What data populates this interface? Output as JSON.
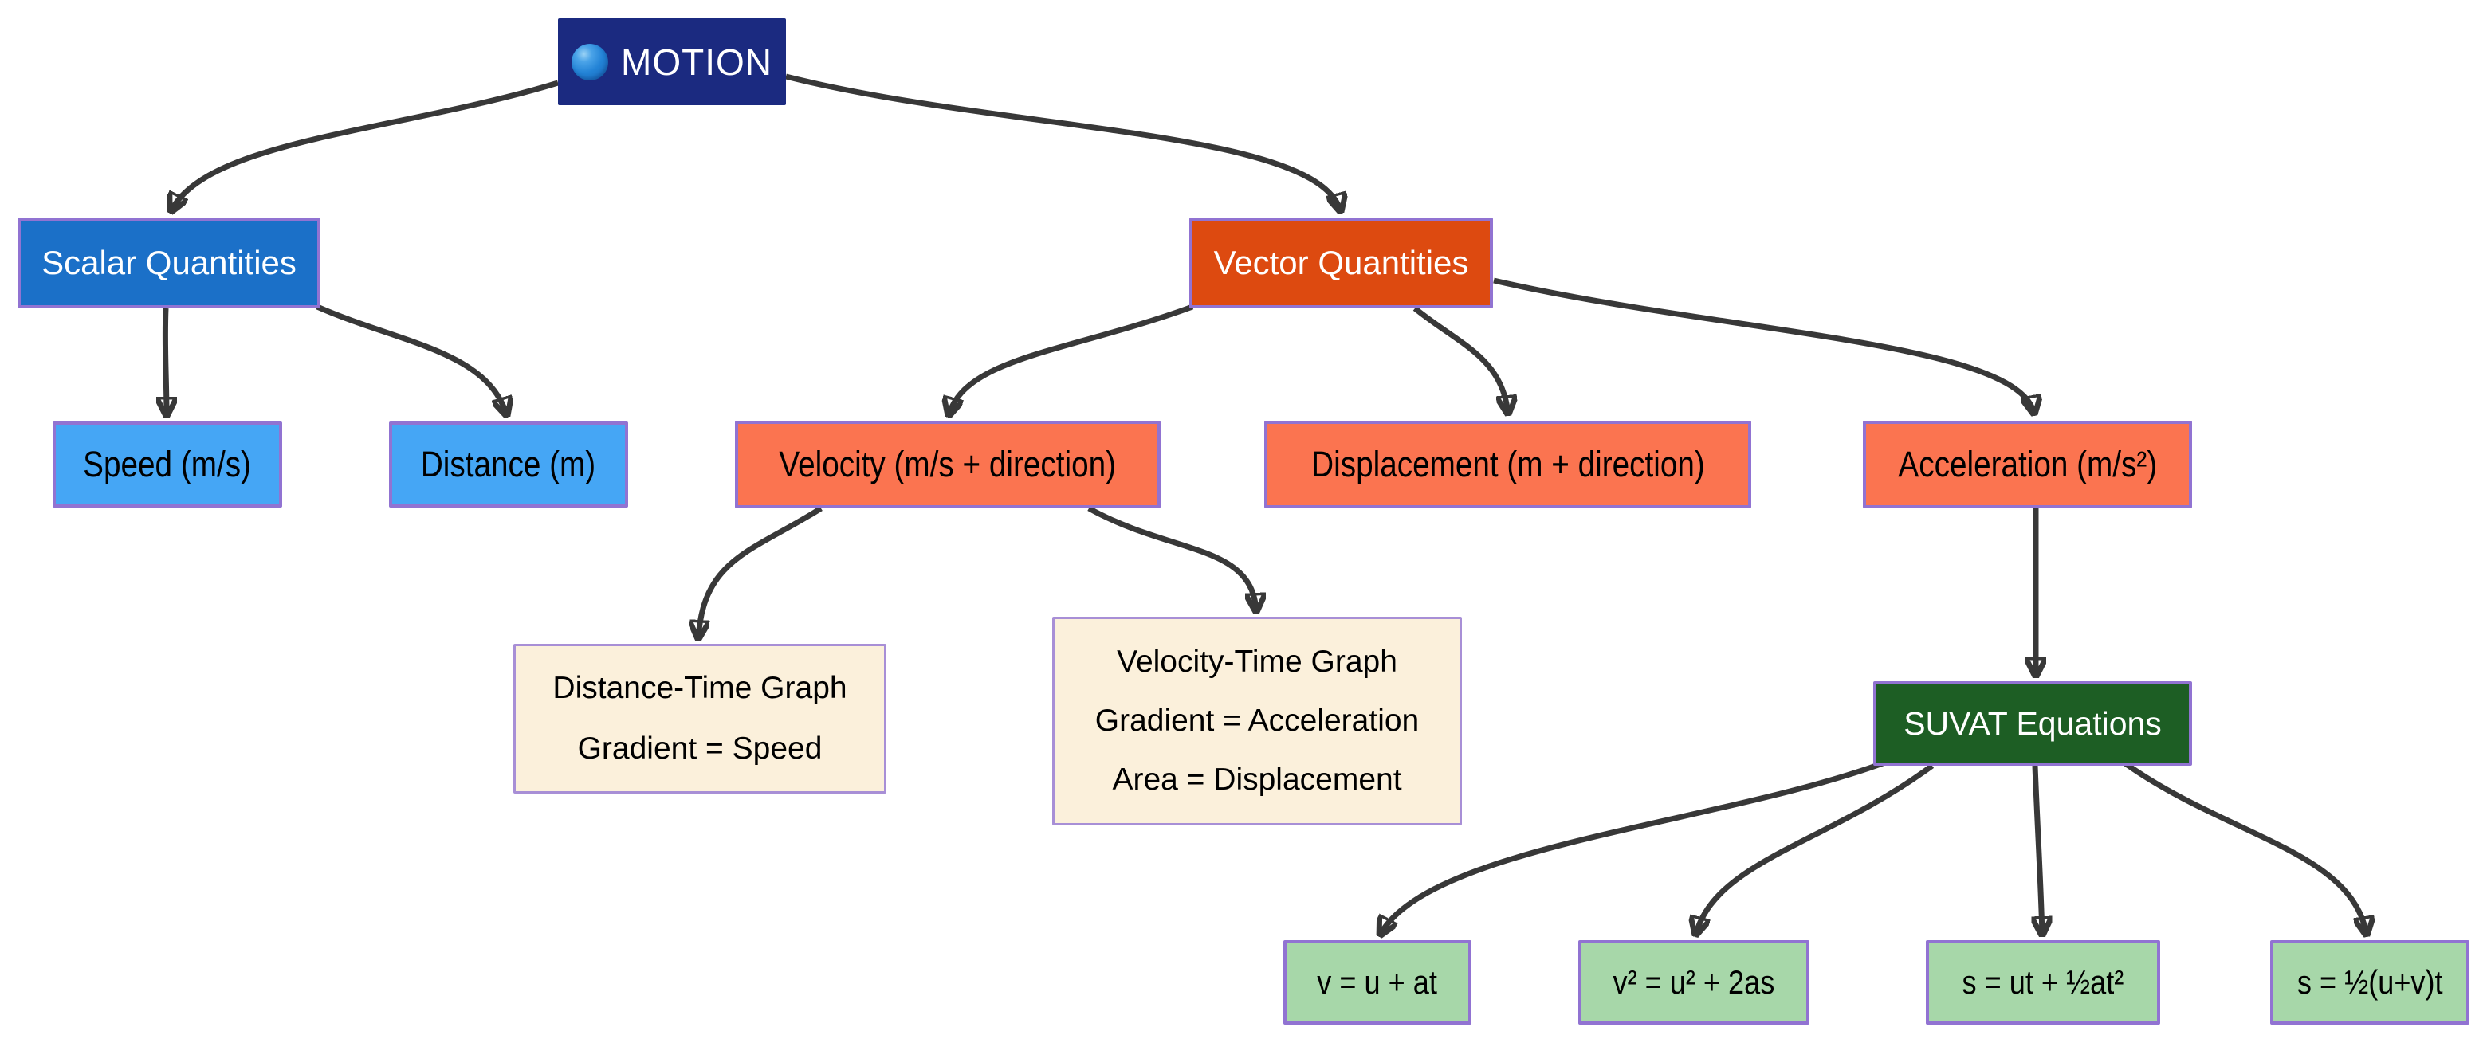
{
  "nodes": {
    "motion": {
      "label": "MOTION",
      "icon": "blue-circle-icon",
      "fill": "#1b2a80",
      "text_color": "#ffffff"
    },
    "scalar": {
      "label": "Scalar Quantities",
      "fill": "#1b70c8",
      "text_color": "#ffffff"
    },
    "vector": {
      "label": "Vector Quantities",
      "fill": "#dd4a10",
      "text_color": "#ffffff"
    },
    "speed": {
      "label": "Speed (m/s)",
      "fill": "#45a6f5",
      "text_color": "#000000"
    },
    "distance": {
      "label": "Distance (m)",
      "fill": "#45a6f5",
      "text_color": "#000000"
    },
    "velocity": {
      "label": "Velocity (m/s + direction)",
      "fill": "#fb7450",
      "text_color": "#000000"
    },
    "displacement": {
      "label": "Displacement (m + direction)",
      "fill": "#fb7450",
      "text_color": "#000000"
    },
    "acceleration": {
      "label": "Acceleration (m/s²)",
      "fill": "#fb7450",
      "text_color": "#000000"
    },
    "dt_graph": {
      "lines": [
        "Distance-Time Graph",
        "Gradient = Speed"
      ],
      "fill": "#fbf0db",
      "text_color": "#000000"
    },
    "vt_graph": {
      "lines": [
        "Velocity-Time Graph",
        "Gradient = Acceleration",
        "Area = Displacement"
      ],
      "fill": "#fbf0db",
      "text_color": "#000000"
    },
    "suvat": {
      "label": "SUVAT Equations",
      "fill": "#1d5e24",
      "text_color": "#ffffff"
    },
    "eq1": {
      "label": "v = u + at",
      "fill": "#a7d7a9",
      "text_color": "#000000"
    },
    "eq2": {
      "label": "v² = u² + 2as",
      "fill": "#a7d7a9",
      "text_color": "#000000"
    },
    "eq3": {
      "label": "s = ut + ½at²",
      "fill": "#a7d7a9",
      "text_color": "#000000"
    },
    "eq4": {
      "label": "s = ½(u+v)t",
      "fill": "#a7d7a9",
      "text_color": "#000000"
    }
  },
  "edges": [
    {
      "from": "motion",
      "to": "scalar"
    },
    {
      "from": "motion",
      "to": "vector"
    },
    {
      "from": "scalar",
      "to": "speed"
    },
    {
      "from": "scalar",
      "to": "distance"
    },
    {
      "from": "vector",
      "to": "velocity"
    },
    {
      "from": "vector",
      "to": "displacement"
    },
    {
      "from": "vector",
      "to": "acceleration"
    },
    {
      "from": "velocity",
      "to": "dt_graph"
    },
    {
      "from": "velocity",
      "to": "vt_graph"
    },
    {
      "from": "acceleration",
      "to": "suvat"
    },
    {
      "from": "suvat",
      "to": "eq1"
    },
    {
      "from": "suvat",
      "to": "eq2"
    },
    {
      "from": "suvat",
      "to": "eq3"
    },
    {
      "from": "suvat",
      "to": "eq4"
    }
  ],
  "colors": {
    "background": "#ffffff",
    "node_border": "#9173d2",
    "cream_border": "#a88fd6",
    "arrow": "#383838"
  }
}
